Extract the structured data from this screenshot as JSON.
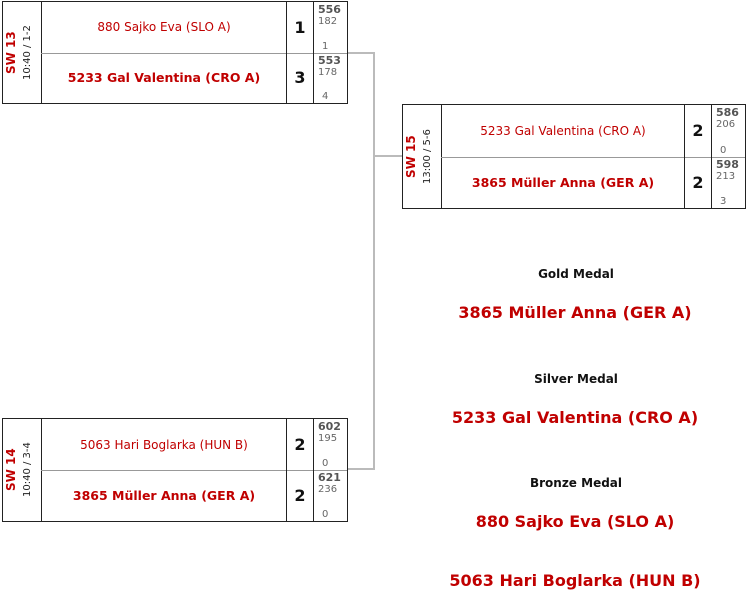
{
  "matches": [
    {
      "code": "SW 13",
      "time": "10:40 / 1-2",
      "rows": [
        {
          "name": "880 Sajko Eva (SLO A)",
          "sets": "1",
          "total": "556",
          "tens": "182",
          "xs": "1"
        },
        {
          "name": "5233 Gal Valentina (CRO A)",
          "sets": "3",
          "total": "553",
          "tens": "178",
          "xs": "4"
        }
      ]
    },
    {
      "code": "SW 14",
      "time": "10:40 / 3-4",
      "rows": [
        {
          "name": "5063 Hari Boglarka (HUN B)",
          "sets": "2",
          "total": "602",
          "tens": "195",
          "xs": "0"
        },
        {
          "name": "3865 Müller Anna (GER A)",
          "sets": "2",
          "total": "621",
          "tens": "236",
          "xs": "0"
        }
      ]
    },
    {
      "code": "SW 15",
      "time": "13:00 / 5-6",
      "rows": [
        {
          "name": "5233 Gal Valentina (CRO A)",
          "sets": "2",
          "total": "586",
          "tens": "206",
          "xs": "0"
        },
        {
          "name": "3865 Müller Anna (GER A)",
          "sets": "2",
          "total": "598",
          "tens": "213",
          "xs": "3"
        }
      ]
    }
  ],
  "medals": {
    "gold_label": "Gold Medal",
    "gold_name": "3865 Müller Anna (GER A)",
    "silver_label": "Silver Medal",
    "silver_name": "5233 Gal Valentina (CRO A)",
    "bronze_label": "Bronze Medal",
    "bronze_names": [
      "880 Sajko Eva (SLO A)",
      "5063 Hari Boglarka (HUN B)"
    ]
  }
}
